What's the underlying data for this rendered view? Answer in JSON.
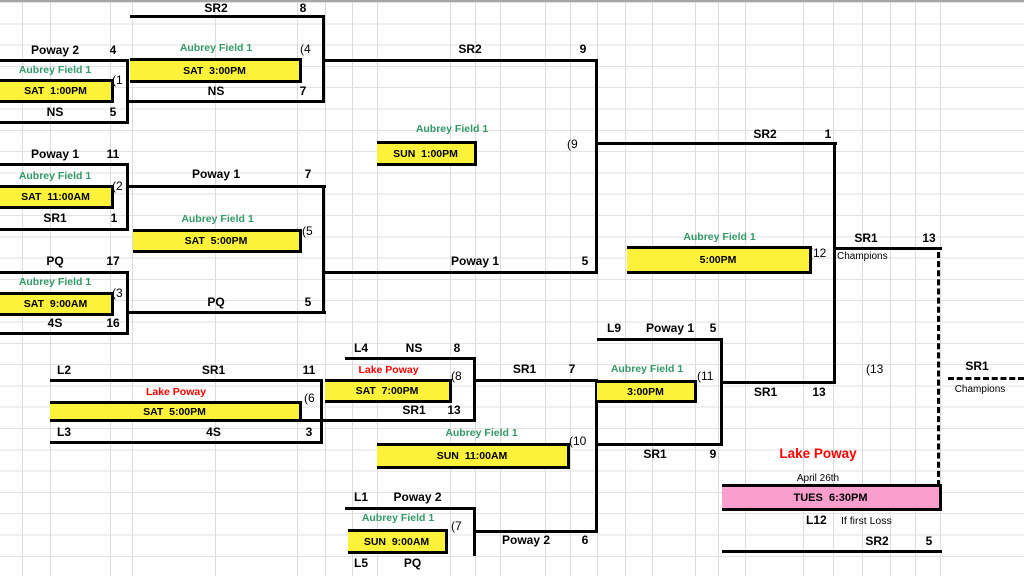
{
  "colors": {
    "field_green": "#339966",
    "team_red": "#fe0000",
    "highlight_yellow": "#fdf23a",
    "highlight_pink": "#fa9ece",
    "line_black": "#000000"
  },
  "games": [
    {
      "num": "(1",
      "field": "Aubrey Field 1",
      "time": "SAT  1:00PM",
      "top": {
        "ref": "",
        "name": "Poway 2",
        "score": "4"
      },
      "bottom": {
        "ref": "",
        "name": "NS",
        "score": "5"
      }
    },
    {
      "num": "(2",
      "field": "Aubrey Field 1",
      "time": "SAT  11:00AM",
      "top": {
        "ref": "",
        "name": "Poway 1",
        "score": "11"
      },
      "bottom": {
        "ref": "",
        "name": "SR1",
        "score": "1"
      }
    },
    {
      "num": "(3",
      "field": "Aubrey Field 1",
      "time": "SAT  9:00AM",
      "top": {
        "ref": "",
        "name": "PQ",
        "score": "17"
      },
      "bottom": {
        "ref": "",
        "name": "4S",
        "score": "16"
      }
    },
    {
      "num": "(4",
      "field": "Aubrey Field 1",
      "time": "SAT  3:00PM",
      "top": {
        "ref": "",
        "name": "SR2",
        "score": "8"
      },
      "bottom": {
        "ref": "",
        "name": "NS",
        "score": "7"
      }
    },
    {
      "num": "(5",
      "field": "Aubrey Field 1",
      "time": "SAT  5:00PM",
      "top": {
        "ref": "",
        "name": "Poway 1",
        "score": "7"
      },
      "bottom": {
        "ref": "",
        "name": "PQ",
        "score": "5"
      }
    },
    {
      "num": "(6",
      "field": "Lake Poway",
      "time": "SAT  5:00PM",
      "top": {
        "ref": "L2",
        "name": "SR1",
        "score": "11"
      },
      "bottom": {
        "ref": "L3",
        "name": "4S",
        "score": "3"
      }
    },
    {
      "num": "(7",
      "field": "Aubrey Field 1",
      "time": "SUN  9:00AM",
      "top": {
        "ref": "L1",
        "name": "Poway 2",
        "score": ""
      },
      "bottom": {
        "ref": "L5",
        "name": "PQ",
        "score": ""
      }
    },
    {
      "num": "(8",
      "field": "Lake Poway",
      "time": "SAT  7:00PM",
      "top": {
        "ref": "L4",
        "name": "NS",
        "score": "8"
      },
      "bottom": {
        "ref": "",
        "name": "SR1",
        "score": "13"
      }
    },
    {
      "num": "(9",
      "field": "Aubrey Field 1",
      "time": "SUN  1:00PM",
      "top": {
        "ref": "",
        "name": "SR2",
        "score": "9"
      },
      "bottom": {
        "ref": "",
        "name": "Poway 1",
        "score": "5"
      }
    },
    {
      "num": "(10",
      "field": "Aubrey Field 1",
      "time": "SUN  11:00AM",
      "top": {
        "ref": "",
        "name": "SR1",
        "score": "7"
      },
      "bottom": {
        "ref": "",
        "name": "Poway 2",
        "score": "6"
      }
    },
    {
      "num": "(11",
      "field": "Aubrey Field 1",
      "time": "3:00PM",
      "top": {
        "ref": "L9",
        "name": "Poway 1",
        "score": "5"
      },
      "bottom": {
        "ref": "",
        "name": "SR1",
        "score": "9"
      }
    },
    {
      "num": "(12",
      "field": "Aubrey Field 1",
      "time": "5:00PM",
      "top": {
        "ref": "",
        "name": "SR2",
        "score": "1"
      },
      "bottom": {
        "ref": "",
        "name": "SR1",
        "score": "13"
      }
    }
  ],
  "champion": {
    "name": "SR1",
    "score": "13",
    "note": "Champions"
  },
  "if_necessary": {
    "num": "(13",
    "winner_name": "SR1",
    "winner_note": "Champions",
    "venue": "Lake Poway",
    "date": "April 26th",
    "time": "TUES  6:30PM",
    "loser_ref": "L12",
    "condition": "If first Loss",
    "team": "SR2",
    "score": "5"
  }
}
